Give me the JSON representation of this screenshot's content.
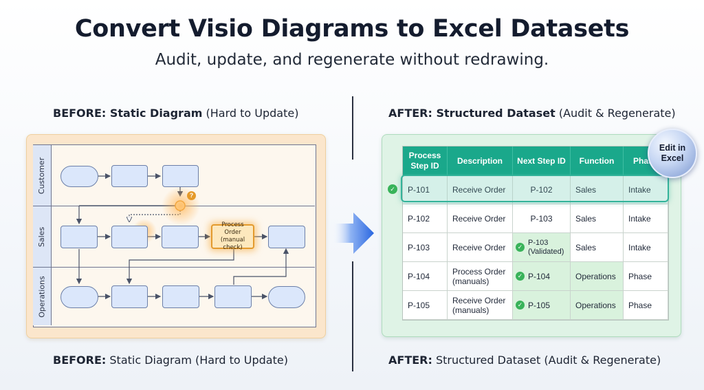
{
  "title": "Convert Visio Diagrams to Excel Datasets",
  "subtitle": "Audit, update, and regenerate without redrawing.",
  "before": {
    "heading_bold": "BEFORE: Static Diagram",
    "heading_rest": " (Hard to Update)",
    "footer_bold": "BEFORE:",
    "footer_rest": " Static Diagram (Hard to Update)",
    "lanes": [
      "Customer",
      "Sales",
      "Operations"
    ],
    "highlight_box": "Process Order (manual check)",
    "question_mark": "?"
  },
  "after": {
    "heading_bold": "AFTER: Structured Dataset",
    "heading_rest": " (Audit & Regenerate)",
    "footer_bold": "AFTER:",
    "footer_rest": " Structured Dataset (Audit & Regenerate)",
    "badge": "Edit in Excel",
    "columns": [
      "Process Step ID",
      "Description",
      "Next Step ID",
      "Function",
      "Phase"
    ],
    "rows": [
      {
        "id": "P-101",
        "desc": "Receive Order",
        "next": "P-102",
        "func": "Sales",
        "phase": "Intake"
      },
      {
        "id": "P-102",
        "desc": "Receive Order",
        "next": "P-103",
        "func": "Sales",
        "phase": "Intake"
      },
      {
        "id": "P-103",
        "desc": "Receive Order",
        "next": "P-103 (Validated)",
        "func": "Sales",
        "phase": "Intake"
      },
      {
        "id": "P-104",
        "desc": "Process Order (manuals)",
        "next": "P-104",
        "func": "Operations",
        "phase": "Phase"
      },
      {
        "id": "P-105",
        "desc": "Receive Order (manuals)",
        "next": "P-105",
        "func": "Operations",
        "phase": "Phase"
      }
    ],
    "check_glyph": "✓"
  },
  "colors": {
    "table_header": "#1aa88b",
    "before_panel": "#fbe6cc",
    "after_panel": "#dff3e6",
    "highlight": "#e39a2d",
    "validated": "#39b35a"
  }
}
